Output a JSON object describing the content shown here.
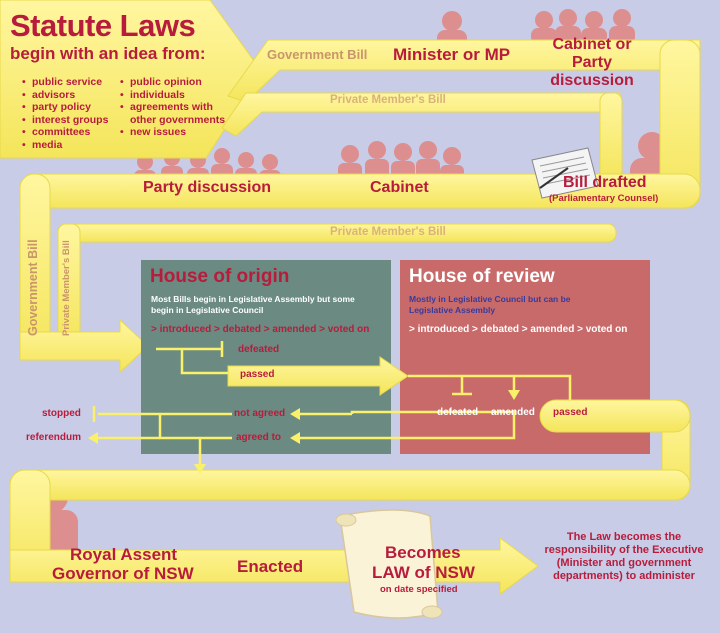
{
  "title": {
    "main": "Statute Laws",
    "sub": "begin with an idea from:"
  },
  "idea_sources": {
    "col1": [
      "public service",
      "advisors",
      "party policy",
      "interest groups",
      "committees",
      "media"
    ],
    "col2": [
      "public opinion",
      "individuals",
      "agreements with other governments",
      "new issues"
    ]
  },
  "flow_labels": {
    "government_bill_top": "Government Bill",
    "private_members_bill_top": "Private Member's Bill",
    "private_members_bill_mid": "Private Member's Bill",
    "government_bill_left": "Government Bill",
    "private_members_bill_left": "Private Member's Bill"
  },
  "actors": {
    "minister_or_mp": "Minister or MP",
    "cabinet_or_party": "Cabinet or Party discussion",
    "party_discussion": "Party discussion",
    "cabinet": "Cabinet",
    "bill_drafted": "Bill drafted",
    "parliamentary_counsel": "(Parliamentary Counsel)"
  },
  "house_of_origin": {
    "title": "House of origin",
    "description": "Most Bills begin in Legislative Assembly but some begin in Legislative Council",
    "steps": "> introduced > debated > amended > voted on",
    "defeated": "defeated",
    "passed": "passed"
  },
  "house_of_review": {
    "title": "House of review",
    "description": "Mostly in Legislative Council but can be Legislative Assembly",
    "steps": "> introduced > debated > amended > voted on",
    "defeated": "defeated",
    "amended": "amended",
    "passed": "passed"
  },
  "outcomes": {
    "not_agreed": "not agreed",
    "agreed_to": "agreed to",
    "stopped": "stopped",
    "referendum": "referendum"
  },
  "final": {
    "royal_assent": "Royal Assent",
    "governor": "Governor of NSW",
    "enacted": "Enacted",
    "becomes": "Becomes",
    "law_of_nsw": "LAW of NSW",
    "on_date": "on date specified",
    "executive": "The Law becomes the responsibility of the Executive (Minister and government departments) to administer"
  },
  "colors": {
    "background": "#c8cce6",
    "path": "#fbf06a",
    "path_edge": "#e7d94a",
    "origin_box": "#6a8a82",
    "review_box": "#c86a6a",
    "title_red": "#b81c3c",
    "silhouette": "#dd8f8f"
  }
}
